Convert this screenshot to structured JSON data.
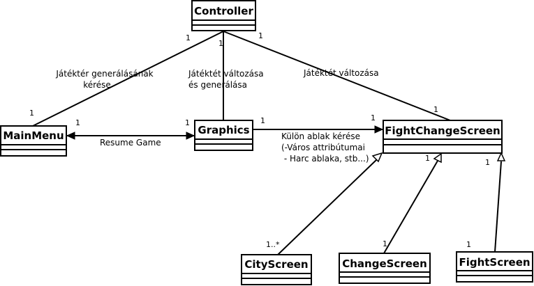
{
  "classes": {
    "controller": "Controller",
    "mainmenu": "MainMenu",
    "graphics": "Graphics",
    "fightchangescreen": "FightChangeScreen",
    "cityscreen": "CityScreen",
    "changescreen": "ChangeScreen",
    "fightscreen": "FightScreen"
  },
  "labels": {
    "ctrl_mainmenu": [
      "Játéktér generálásának",
      "kérése"
    ],
    "ctrl_graphics": [
      "Játéktét változása",
      "és generálása"
    ],
    "ctrl_fcs": "Játéktét változása",
    "resume": "Resume Game",
    "graphics_fcs": [
      "Külön ablak kérése",
      "(-Város attribútumai",
      " - Harc ablaka, stb...)"
    ]
  },
  "multiplicities": {
    "ctrl_end_mainmenu": "1",
    "ctrl_end_graphics": "1",
    "ctrl_end_fcs": "1",
    "mainmenu_end_ctrl": "1",
    "mainmenu_end_graphics": "1",
    "graphics_end_mainmenu": "1",
    "graphics_end_fcs": "1",
    "fcs_end_graphics": "1",
    "fcs_end_ctrl": "1",
    "fcs_end_change": "1",
    "fcs_end_fight": "1",
    "city_end": "1..*",
    "change_end": "1",
    "fight_end": "1"
  }
}
